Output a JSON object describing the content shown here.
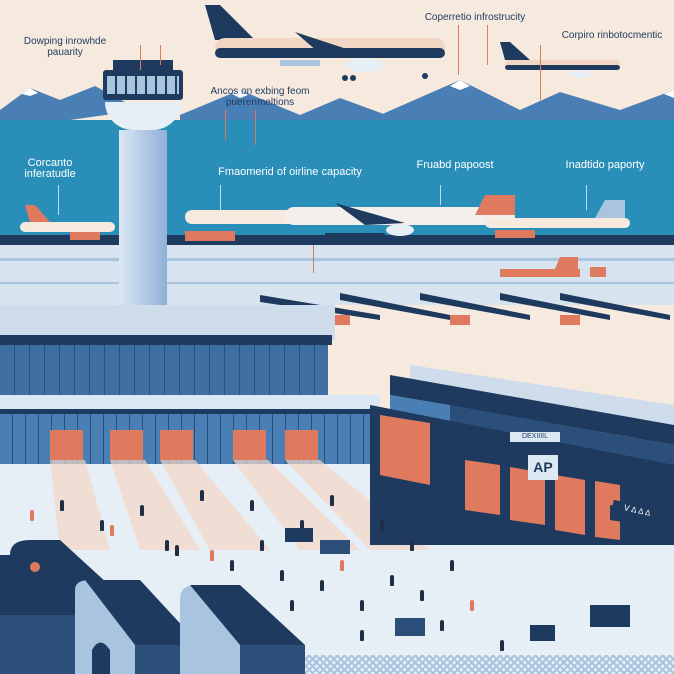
{
  "scene": {
    "title": "Airport infographic illustration",
    "colors": {
      "sky": "#f6e9de",
      "sea": "#2a8fb8",
      "navy": "#1e3a5f",
      "accent": "#e07a5f",
      "light_blue": "#a9c4de",
      "plaza": "#e6eef6"
    }
  },
  "labels": {
    "top_left": "Dowping inrowhde pauarity",
    "top_center": "Coperretio infrostrucity",
    "top_right": "Corpiro rinbotocmentic",
    "mid_upper": "Ancos on exbing feom puerenmeltions",
    "sea_left": "Corcanto inferatudle",
    "sea_center": "Fmaomerid of oirline capacity",
    "sea_right_a": "Fruabd papoost",
    "sea_right_b": "Inadtido paporty"
  },
  "signs": {
    "terminal_sign": "AP",
    "terminal_banner": "DEXIIIIL",
    "right_sign": "ᐯ ∆ ∆ ∆"
  },
  "icons": [
    "control-tower",
    "airplane",
    "mountain",
    "terminal-building",
    "crowd",
    "baggage-cart",
    "map-pin"
  ]
}
